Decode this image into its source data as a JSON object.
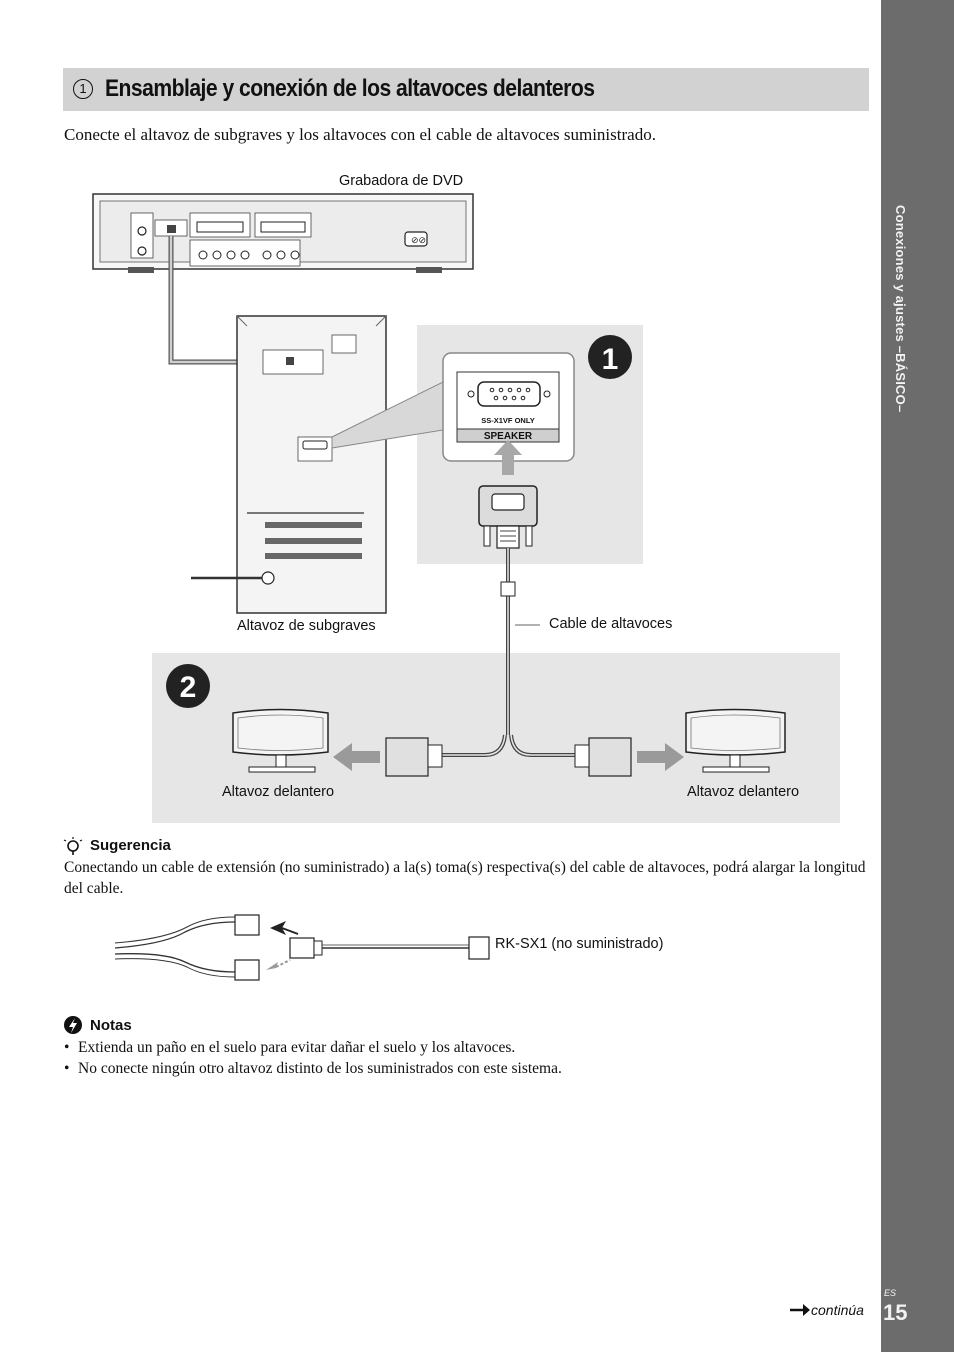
{
  "sidebar": {
    "section": "Conexiones y ajustes –BÁSICO–",
    "page_number": "15",
    "lang": "ES"
  },
  "section": {
    "number": "1",
    "title": "Ensamblaje y conexión de los altavoces delanteros"
  },
  "intro": "Conecte el altavoz de subgraves y los altavoces con el cable de altavoces suministrado.",
  "diagram": {
    "label_dvd": "Grabadora de DVD",
    "label_subwoofer": "Altavoz de subgraves",
    "label_cable": "Cable de altavoces",
    "label_front_left": "Altavoz delantero",
    "label_front_right": "Altavoz delantero",
    "step1": "1",
    "step2": "2",
    "jack_text_top": "SS-X1VF ONLY",
    "jack_text_bottom": "SPEAKER"
  },
  "tip": {
    "heading": "Sugerencia",
    "body": "Conectando un cable de extensión (no suministrado) a la(s) toma(s) respectiva(s) del cable de altavoces, podrá alargar la longitud del cable.",
    "extension_label": "RK-SX1 (no suministrado)"
  },
  "notes": {
    "heading": "Notas",
    "items": [
      "Extienda un paño en el suelo para evitar dañar el suelo y los altavoces.",
      "No conecte ningún otro altavoz distinto de los suministrados con este sistema."
    ]
  },
  "footer": {
    "continued": "continúa"
  },
  "colors": {
    "side_tab": "#6c6c6c",
    "header_bg": "#d2d2d2",
    "panel_bg": "#e6e6e6"
  }
}
